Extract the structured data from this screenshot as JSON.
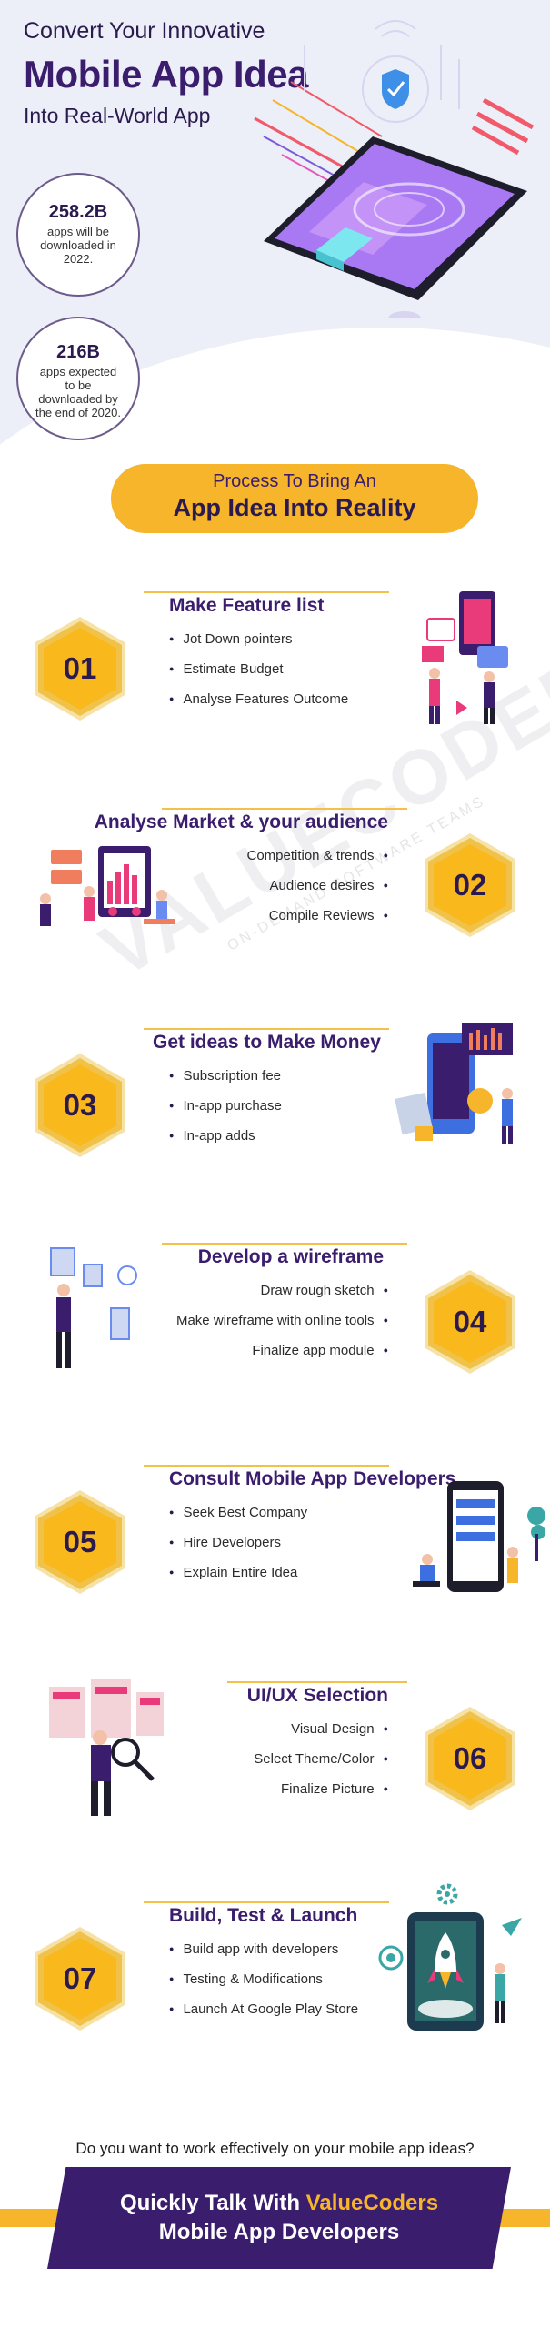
{
  "hero": {
    "line1": "Convert Your Innovative",
    "line2": "Mobile App Idea",
    "line3": "Into Real-World App"
  },
  "stats": [
    {
      "number": "258.2B",
      "text": "apps will be downloaded in 2022."
    },
    {
      "number": "216B",
      "text": "apps expected to be downloaded by the end of 2020."
    }
  ],
  "process": {
    "line1": "Process To Bring An",
    "line2": "App Idea Into Reality"
  },
  "steps": [
    {
      "number": "01",
      "title": "Make Feature list",
      "items": [
        "Jot Down pointers",
        "Estimate Budget",
        "Analyse Features Outcome"
      ]
    },
    {
      "number": "02",
      "title": "Analyse Market & your audience",
      "items": [
        "Competition & trends",
        "Audience desires",
        "Compile Reviews"
      ]
    },
    {
      "number": "03",
      "title": "Get ideas to Make Money",
      "items": [
        "Subscription fee",
        "In-app purchase",
        "In-app adds"
      ]
    },
    {
      "number": "04",
      "title": "Develop a wireframe",
      "items": [
        "Draw rough sketch",
        "Make wireframe with online tools",
        "Finalize app module"
      ]
    },
    {
      "number": "05",
      "title": "Consult Mobile App Developers",
      "items": [
        "Seek Best Company",
        "Hire Developers",
        "Explain Entire Idea"
      ]
    },
    {
      "number": "06",
      "title": "UI/UX Selection",
      "items": [
        "Visual Design",
        "Select Theme/Color",
        "Finalize Picture"
      ]
    },
    {
      "number": "07",
      "title": "Build, Test & Launch",
      "items": [
        "Build app with developers",
        "Testing & Modifications",
        "Launch At Google Play Store"
      ]
    }
  ],
  "watermark": {
    "brand": "VALUECODERS",
    "tagline": "ON-DEMAND SOFTWARE TEAMS"
  },
  "cta": {
    "question": "Do you want to work effectively on your mobile app ideas?",
    "line1_prefix": "Quickly Talk With ",
    "line1_brand": "ValueCoders",
    "line2": "Mobile App Developers"
  },
  "colors": {
    "primary": "#3b1d6e",
    "accent": "#f6b52a",
    "hero_bg": "#eceef8"
  },
  "icons": [
    "shield-check-icon",
    "smartphone-icon",
    "gear-icon",
    "paper-plane-icon",
    "rocket-icon"
  ]
}
